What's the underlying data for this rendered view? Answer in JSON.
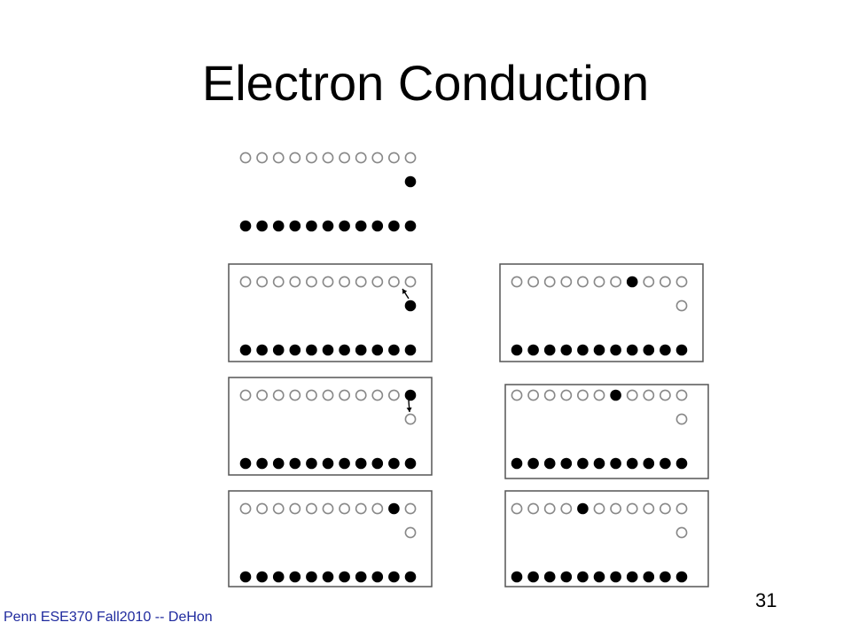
{
  "slide": {
    "title": "Electron Conduction",
    "footer": "Penn ESE370 Fall2010 -- DeHon",
    "page_number": "31"
  },
  "diagram": {
    "sites_per_row": 11,
    "open_color": "#888888",
    "filled_color": "#000000",
    "panels": [
      {
        "framed": false,
        "upper_filled": [],
        "middle": "filled",
        "arrow": false
      },
      {
        "framed": true,
        "upper_filled": [],
        "middle": "filled",
        "arrow": true
      },
      {
        "framed": true,
        "upper_filled": [
          7
        ],
        "middle": "open",
        "arrow": false
      },
      {
        "framed": true,
        "upper_filled": [
          10
        ],
        "middle": "open",
        "arrow": true
      },
      {
        "framed": true,
        "upper_filled": [
          6
        ],
        "middle": "open",
        "arrow": false
      },
      {
        "framed": true,
        "upper_filled": [
          9
        ],
        "middle": "open",
        "arrow": false
      },
      {
        "framed": true,
        "upper_filled": [
          4
        ],
        "middle": "open",
        "arrow": false
      }
    ]
  }
}
